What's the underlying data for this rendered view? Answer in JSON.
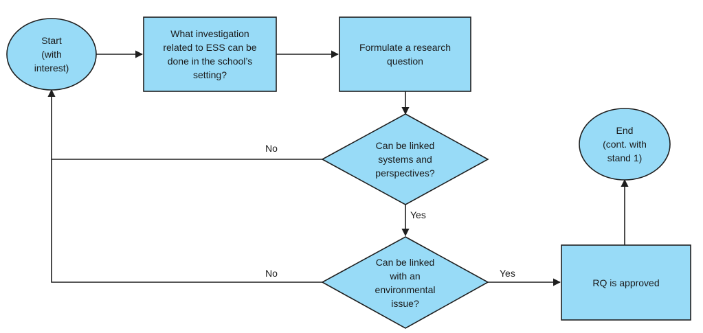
{
  "colors": {
    "fill": "#98dbf7",
    "stroke": "#1f1f1f",
    "line": "#1f1f1f",
    "text": "#1a1a1a"
  },
  "nodes": {
    "start": {
      "shape": "ellipse",
      "lines": [
        "Start",
        "(with",
        "interest)"
      ]
    },
    "investigation": {
      "shape": "rectangle",
      "lines": [
        "What investigation",
        "related to ESS can be",
        "done in the school’s",
        "setting?"
      ]
    },
    "formulate": {
      "shape": "rectangle",
      "lines": [
        "Formulate a research",
        "question"
      ]
    },
    "linked_systems": {
      "shape": "diamond",
      "lines": [
        "Can be linked",
        "systems and",
        "perspectives?"
      ]
    },
    "linked_env": {
      "shape": "diamond",
      "lines": [
        "Can be linked",
        "with an",
        "environmental",
        "issue?"
      ]
    },
    "approved": {
      "shape": "rectangle",
      "lines": [
        "RQ is approved"
      ]
    },
    "end": {
      "shape": "ellipse",
      "lines": [
        "End",
        "(cont. with",
        "stand 1)"
      ]
    }
  },
  "edge_labels": {
    "no_systems": "No",
    "yes_systems": "Yes",
    "no_env": "No",
    "yes_env": "Yes"
  }
}
